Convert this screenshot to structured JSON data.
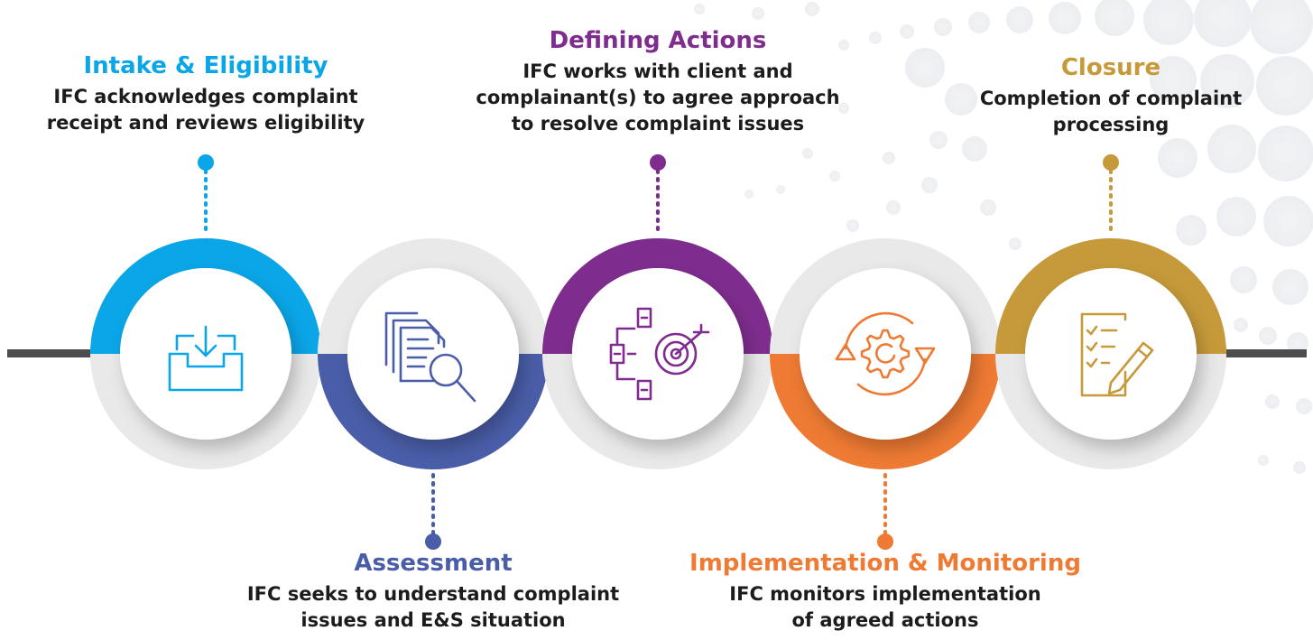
{
  "steps": [
    {
      "title": "Intake & Eligibility",
      "description": [
        "IFC acknowledges complaint",
        "receipt and reviews eligibility"
      ],
      "color": "#0AA6E8",
      "icon": "inbox-download-icon"
    },
    {
      "title": "Assessment",
      "description": [
        "IFC seeks to understand complaint",
        "issues and E&S situation"
      ],
      "color": "#4A5DA8",
      "icon": "documents-search-icon"
    },
    {
      "title": "Defining Actions",
      "description": [
        "IFC works with client and",
        "complainant(s) to agree approach",
        "to resolve complaint issues"
      ],
      "color": "#7E2D8E",
      "icon": "target-flow-icon"
    },
    {
      "title": "Implementation & Monitoring",
      "description": [
        "IFC monitors implementation",
        "of agreed actions"
      ],
      "color": "#EE7A33",
      "icon": "gear-cycle-icon"
    },
    {
      "title": "Closure",
      "description": [
        "Completion of complaint",
        "processing"
      ],
      "color": "#C69A3A",
      "icon": "checklist-pencil-icon"
    }
  ]
}
